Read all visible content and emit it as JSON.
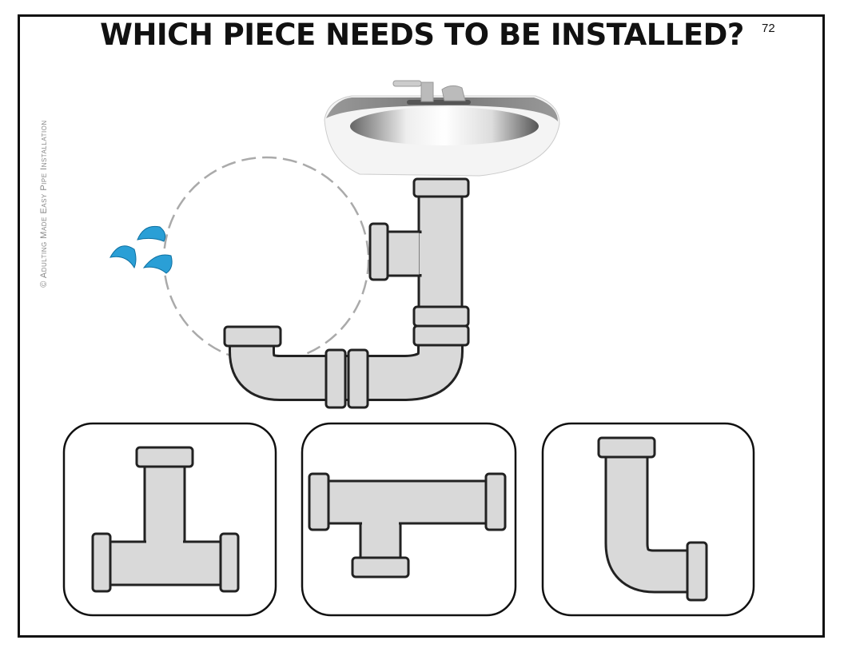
{
  "worksheet": {
    "title": "WHICH PIECE NEEDS TO BE INSTALLED?",
    "page_number": "72",
    "copyright": "© Adulting Made Easy Pipe Installation"
  },
  "options": [
    {
      "id": "option-1",
      "shape": "t-pipe-upright"
    },
    {
      "id": "option-2",
      "shape": "t-pipe-inverted"
    },
    {
      "id": "option-3",
      "shape": "elbow-pipe"
    }
  ],
  "colors": {
    "pipe": "#d9d9d9",
    "outline": "#222222",
    "water": "#2a9fd6",
    "dashed": "#aaaaaa"
  }
}
